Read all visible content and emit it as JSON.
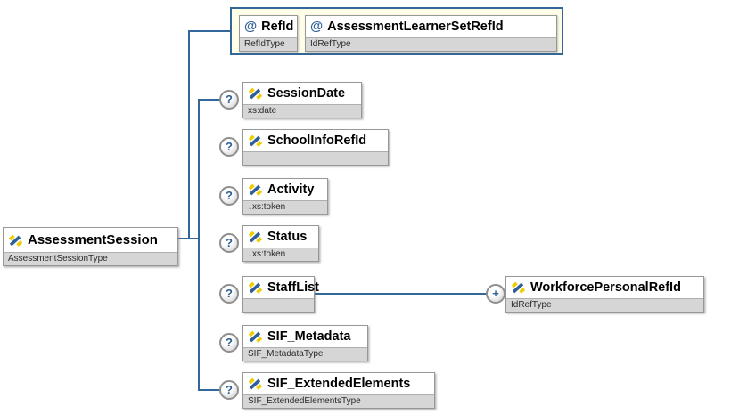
{
  "diagram": {
    "symbols": {
      "optional": "?",
      "repeat": "+",
      "attribute": "@"
    },
    "colors": {
      "line": "#336699",
      "attr_group_bg": "#FFFEE9",
      "attr_group_border": "#336699",
      "box_border": "#979797",
      "type_strip_bg": "#D6D6D6",
      "icon_blue": "#2E5E99",
      "icon_yellow": "#EFCC00",
      "occurrence_glyph": "#2E5F94"
    },
    "root": {
      "name": "AssessmentSession",
      "type": "AssessmentSessionType"
    },
    "attribute_group": {
      "attributes": [
        {
          "name": "RefId",
          "type": "RefIdType"
        },
        {
          "name": "AssessmentLearnerSetRefId",
          "type": "IdRefType"
        }
      ]
    },
    "children": [
      {
        "name": "SessionDate",
        "type": "xs:date",
        "occurrence": "optional"
      },
      {
        "name": "SchoolInfoRefId",
        "type": "",
        "occurrence": "optional"
      },
      {
        "name": "Activity",
        "type": "↓xs:token",
        "occurrence": "optional"
      },
      {
        "name": "Status",
        "type": "↓xs:token",
        "occurrence": "optional"
      },
      {
        "name": "StaffList",
        "type": "",
        "occurrence": "optional"
      },
      {
        "name": "SIF_Metadata",
        "type": "SIF_MetadataType",
        "occurrence": "optional"
      },
      {
        "name": "SIF_ExtendedElements",
        "type": "SIF_ExtendedElementsType",
        "occurrence": "optional"
      }
    ],
    "grandchildren": [
      {
        "name": "WorkforcePersonalRefId",
        "type": "IdRefType",
        "occurrence": "repeat",
        "parent": "StaffList"
      }
    ]
  }
}
